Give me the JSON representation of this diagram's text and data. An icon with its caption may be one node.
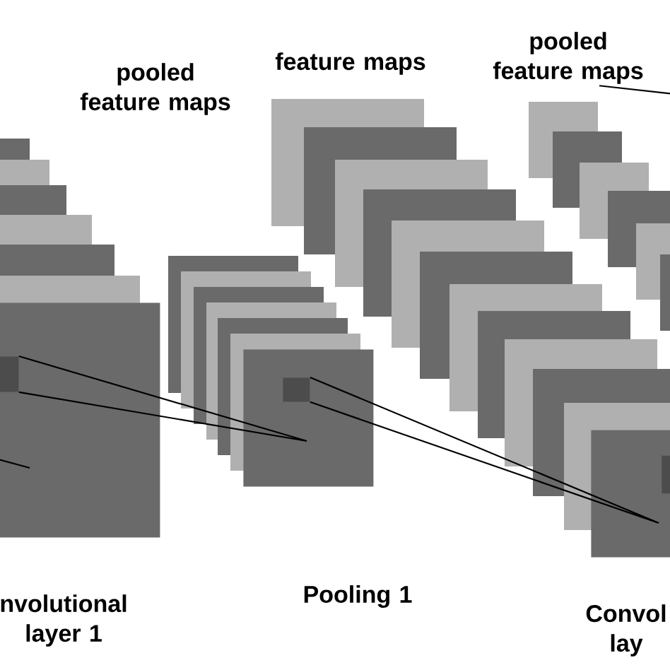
{
  "diagram": {
    "nodes": [
      {
        "text": [],
        "shape": "box"
      },
      {
        "text": [],
        "shape": "box",
        "in": 0
      },
      {
        "text": [],
        "shape": "box"
      },
      {
        "text": [],
        "shape": "box",
        "in": 2
      },
      {
        "text": [],
        "shape": "box"
      },
      {
        "text": [],
        "shape": "box",
        "in": 4
      },
      {
        "text": [
          "pooled feature maps"
        ]
      }
    ],
    "edges": [
      {
        "from": 1,
        "to": null,
        "arrow": "none"
      },
      {
        "from": 3,
        "to": null,
        "arrow": "none"
      },
      {
        "from": 6,
        "to": null,
        "arrow": "none"
      }
    ],
    "labels": [
      "pooled feature maps",
      "feature maps",
      "nvolutional layer 1",
      "Pooling 1",
      "Convol lay"
    ]
  }
}
